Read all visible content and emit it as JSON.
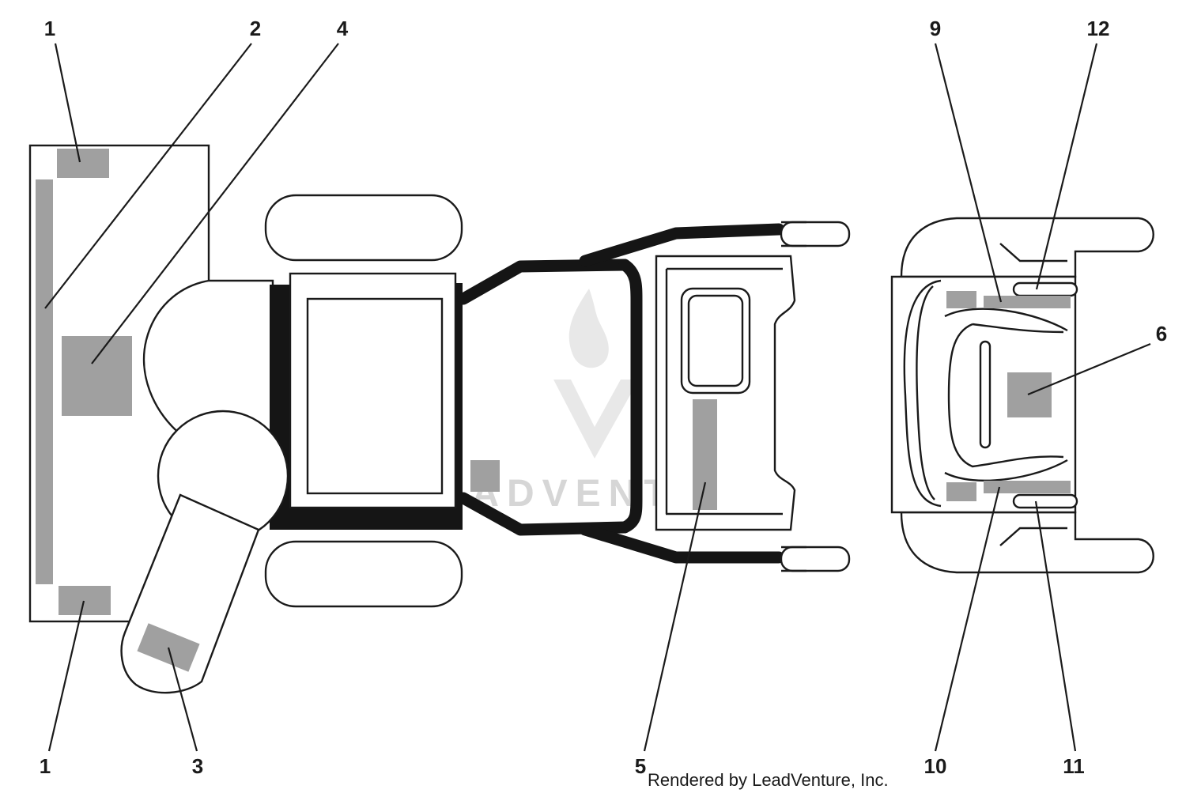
{
  "callouts": {
    "c1_top": "1",
    "c2": "2",
    "c4": "4",
    "c9": "9",
    "c12": "12",
    "c6": "6",
    "c1_bottom": "1",
    "c3": "3",
    "c5": "5",
    "c10": "10",
    "c11": "11"
  },
  "watermark": "LEADVENTURE",
  "credit": "Rendered by LeadVenture, Inc.",
  "colors": {
    "line": "#1a1a1a",
    "decal": "#a0a0a0",
    "watermark": "#d6d6d6"
  }
}
